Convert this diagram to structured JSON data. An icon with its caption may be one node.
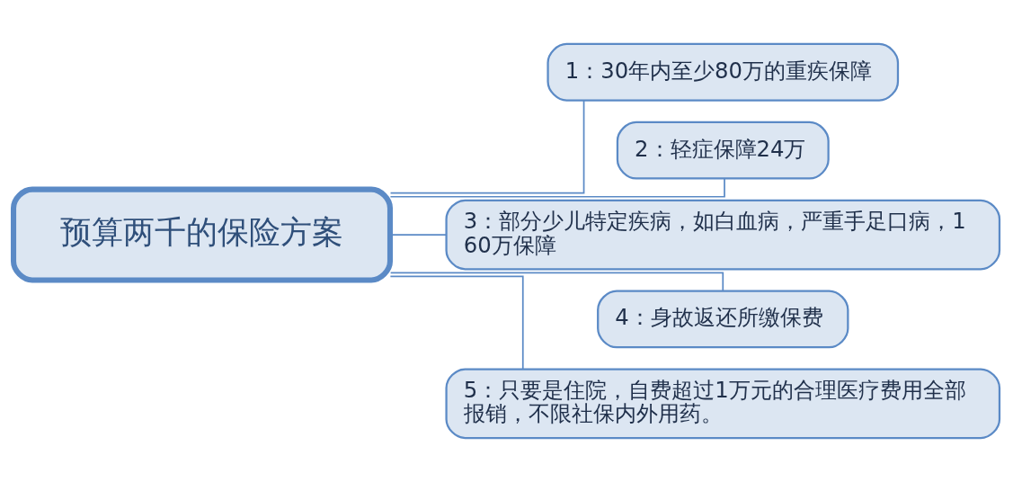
{
  "diagram": {
    "nodes": [
      {
        "text": [
          "预算两千的保险方案"
        ]
      },
      {
        "text": [
          "1：30年内至少80万的重疾保障"
        ]
      },
      {
        "text": [
          "2：轻症保障24万"
        ]
      },
      {
        "text": [
          "3：部分少儿特定疾病，如白血病，严重手足口病，160万保障"
        ]
      },
      {
        "text": [
          "4：身故返还所缴保费"
        ]
      },
      {
        "text": [
          "5：只要是住院，自费超过1万元的合理医疗费用全部报销，不限社保内外用药。"
        ]
      }
    ],
    "edges": [
      {
        "from": 0,
        "to": 1,
        "arrow": "none"
      },
      {
        "from": 0,
        "to": 2,
        "arrow": "none"
      },
      {
        "from": 0,
        "to": 3,
        "arrow": "none"
      },
      {
        "from": 0,
        "to": 4,
        "arrow": "none"
      },
      {
        "from": 0,
        "to": 5,
        "arrow": "none"
      }
    ]
  }
}
